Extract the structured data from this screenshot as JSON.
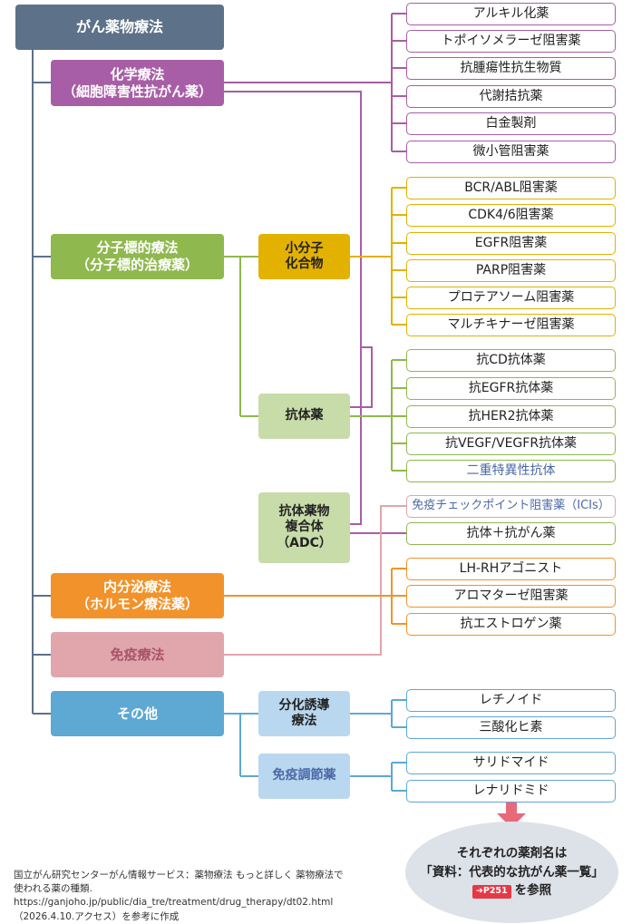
{
  "root": {
    "label": "がん薬物療法",
    "color": "#5d7189"
  },
  "categories": {
    "chemo": {
      "label": "化学療法\n（細胞障害性抗がん薬）",
      "color": "#a85ea6"
    },
    "targeted": {
      "label": "分子標的療法\n（分子標的治療薬）",
      "color": "#8fb84e"
    },
    "hormone": {
      "label": "内分泌療法\n（ホルモン療法薬）",
      "color": "#f2922a"
    },
    "immuno": {
      "label": "免疫療法",
      "color": "#e0a6ab",
      "text_color": "#a8546a"
    },
    "other": {
      "label": "その他",
      "color": "#5ea8d4"
    }
  },
  "subcategories": {
    "small_molecule": {
      "label": "小分子\n化合物",
      "color": "#e3b100"
    },
    "antibody": {
      "label": "抗体薬",
      "color": "#c8dca9"
    },
    "adc": {
      "label": "抗体薬物\n複合体\n（ADC）",
      "color": "#c8dca9"
    },
    "differentiation": {
      "label": "分化誘導\n療法",
      "color": "#b9d7ee"
    },
    "immunomodulator": {
      "label": "免疫調節薬",
      "color": "#b9d7ee",
      "text_color": "#4a68a8"
    }
  },
  "leaves": {
    "chemo": [
      "アルキル化薬",
      "トポイソメラーゼ阻害薬",
      "抗腫瘍性抗生物質",
      "代謝拮抗薬",
      "白金製剤",
      "微小管阻害薬"
    ],
    "small_molecule": [
      "BCR/ABL阻害薬",
      "CDK4/6阻害薬",
      "EGFR阻害薬",
      "PARP阻害薬",
      "プロテアソーム阻害薬",
      "マルチキナーゼ阻害薬"
    ],
    "antibody": [
      "抗CD抗体薬",
      "抗EGFR抗体薬",
      "抗HER2抗体薬",
      "抗VEGF/VEGFR抗体薬",
      "二重特異性抗体"
    ],
    "immuno": [
      "免疫チェックポイント阻害薬（ICIs）"
    ],
    "adc": [
      "抗体＋抗がん薬"
    ],
    "hormone": [
      "LH-RHアゴニスト",
      "アロマターゼ阻害薬",
      "抗エストロゲン薬"
    ],
    "differentiation": [
      "レチノイド",
      "三酸化ヒ素"
    ],
    "immunomodulator": [
      "サリドマイド",
      "レナリドミド"
    ]
  },
  "colors": {
    "chemo_line": "#a85ea6",
    "small_line": "#e3b100",
    "antibody_line": "#8fb84e",
    "immuno_line": "#e0a6ab",
    "hormone_line": "#f2922a",
    "other_line": "#5ea8d4",
    "root_line": "#5d7189",
    "leaf_text_blue": "#4a68a8",
    "arrow": "#e8697a"
  },
  "source_note": {
    "line1": "国立がん研究センターがん情報サービス：薬物療法 もっと詳しく 薬物療法で",
    "line2": "使われる薬の種類.",
    "line3": "https://ganjoho.jp/public/dia_tre/treatment/drug_therapy/dt02.html",
    "line4": "（2026.4.10.アクセス）を参考に作成"
  },
  "reference": {
    "line1": "それぞれの薬剤名は",
    "line2": "「資料：代表的な抗がん薬一覧」",
    "page": "➔P251",
    "line3": "を参照"
  }
}
